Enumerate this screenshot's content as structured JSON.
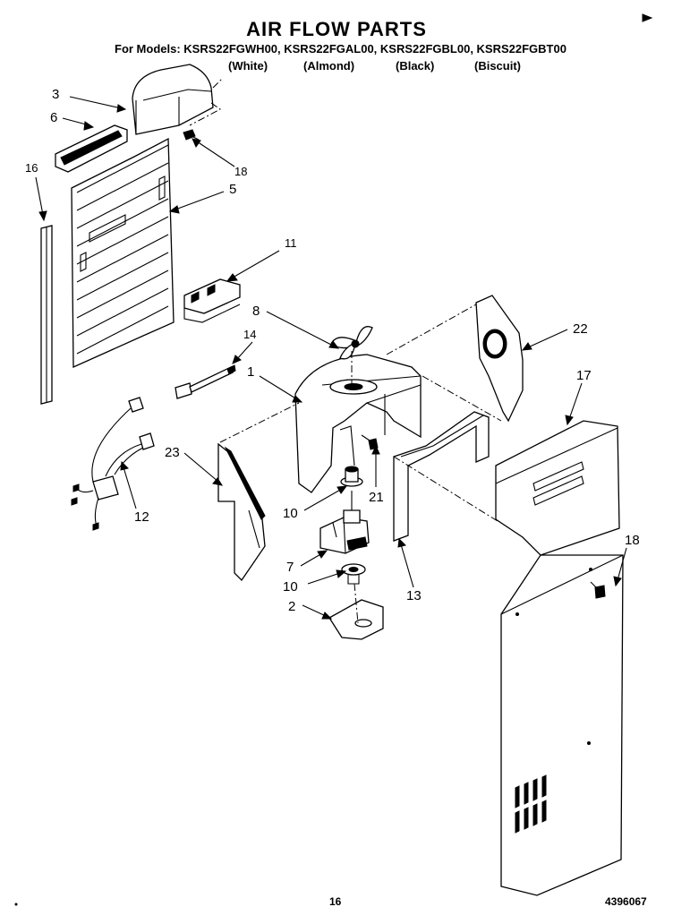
{
  "header": {
    "title": "AIR FLOW PARTS",
    "models_line": "For Models: KSRS22FGWH00, KSRS22FGAL00, KSRS22FGBL00, KSRS22FGBT00",
    "variants": [
      "(White)",
      "(Almond)",
      "(Black)",
      "(Biscuit)"
    ]
  },
  "callouts": [
    {
      "id": "3",
      "text": "3"
    },
    {
      "id": "6",
      "text": "6"
    },
    {
      "id": "16",
      "text": "16"
    },
    {
      "id": "18a",
      "text": "18"
    },
    {
      "id": "5",
      "text": "5"
    },
    {
      "id": "11",
      "text": "11"
    },
    {
      "id": "8",
      "text": "8"
    },
    {
      "id": "22",
      "text": "22"
    },
    {
      "id": "14",
      "text": "14"
    },
    {
      "id": "1",
      "text": "1"
    },
    {
      "id": "17",
      "text": "17"
    },
    {
      "id": "23",
      "text": "23"
    },
    {
      "id": "12",
      "text": "12"
    },
    {
      "id": "21",
      "text": "21"
    },
    {
      "id": "10a",
      "text": "10"
    },
    {
      "id": "18b",
      "text": "18"
    },
    {
      "id": "7",
      "text": "7"
    },
    {
      "id": "10b",
      "text": "10"
    },
    {
      "id": "13",
      "text": "13"
    },
    {
      "id": "2",
      "text": "2"
    }
  ],
  "footer": {
    "page_number": "16",
    "part_number": "4396067"
  }
}
